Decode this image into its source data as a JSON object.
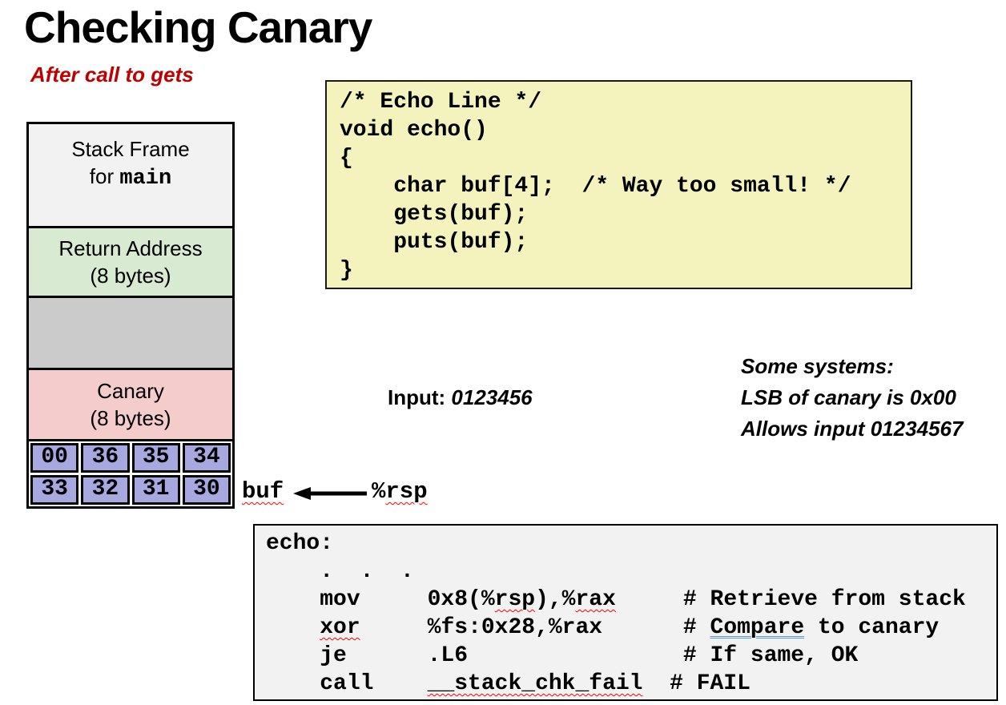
{
  "slide": {
    "title": "Checking Canary",
    "subtitle": "After call to gets"
  },
  "colors": {
    "accent_red": "#C00000",
    "code_bg": "#F5F3BD",
    "asm_bg": "#F2F2F2",
    "border": "#000000",
    "squiggle_red": "#FF0000",
    "grammar_blue": "#5B9BD5"
  },
  "stack_diagram": {
    "sections": [
      {
        "id": "stack-frame-main",
        "bg": "#F2F2F2",
        "lines": [
          [
            {
              "t": "Stack Frame"
            }
          ],
          [
            {
              "t": "for "
            },
            {
              "t": "main",
              "mono": true
            }
          ]
        ]
      },
      {
        "id": "return-address",
        "bg": "#D9EAD3",
        "lines": [
          [
            {
              "t": "Return Address"
            }
          ],
          [
            {
              "t": "(8 bytes)"
            }
          ]
        ]
      },
      {
        "id": "unlabeled-region",
        "bg": "#CBCBCB",
        "lines": []
      },
      {
        "id": "canary",
        "bg": "#F4CCCC",
        "lines": [
          [
            {
              "t": "Canary"
            }
          ],
          [
            {
              "t": "(8 bytes)"
            }
          ]
        ]
      }
    ],
    "byte_bg": "#A8A8E0",
    "byte_rows": [
      [
        "00",
        "36",
        "35",
        "34"
      ],
      [
        "33",
        "32",
        "31",
        "30"
      ]
    ]
  },
  "c_code": {
    "lines": [
      "/* Echo Line */",
      "void echo()",
      "{",
      "    char buf[4];  /* Way too small! */",
      "    gets(buf);",
      "    puts(buf);",
      "}"
    ]
  },
  "input_note": {
    "label": "Input: ",
    "value": "0123456"
  },
  "side_note": {
    "lines": [
      "Some systems:",
      "LSB of canary is 0x00",
      "Allows input 01234567"
    ]
  },
  "pointer_row": {
    "buf": [
      {
        "t": "buf",
        "s": "r"
      }
    ],
    "rsp": [
      {
        "t": "%"
      },
      {
        "t": "rsp",
        "s": "r"
      }
    ]
  },
  "asm_code": {
    "lines": [
      [
        {
          "t": "echo:"
        }
      ],
      [
        {
          "t": "    .  .  ."
        }
      ],
      [
        {
          "t": "    mov     0x8(%"
        },
        {
          "t": "rsp",
          "s": "r"
        },
        {
          "t": "),%"
        },
        {
          "t": "rax",
          "s": "r"
        },
        {
          "t": "     # Retrieve from stack"
        }
      ],
      [
        {
          "t": "    "
        },
        {
          "t": "xor",
          "s": "r"
        },
        {
          "t": "     %fs:0x28,%rax      # "
        },
        {
          "t": "Compare",
          "s": "b"
        },
        {
          "t": " to canary"
        }
      ],
      [
        {
          "t": "    je      .L6                # If same, OK"
        }
      ],
      [
        {
          "t": "    call    "
        },
        {
          "t": "__stack_chk_fail",
          "s": "r"
        },
        {
          "t": "  # FAIL"
        }
      ]
    ]
  }
}
